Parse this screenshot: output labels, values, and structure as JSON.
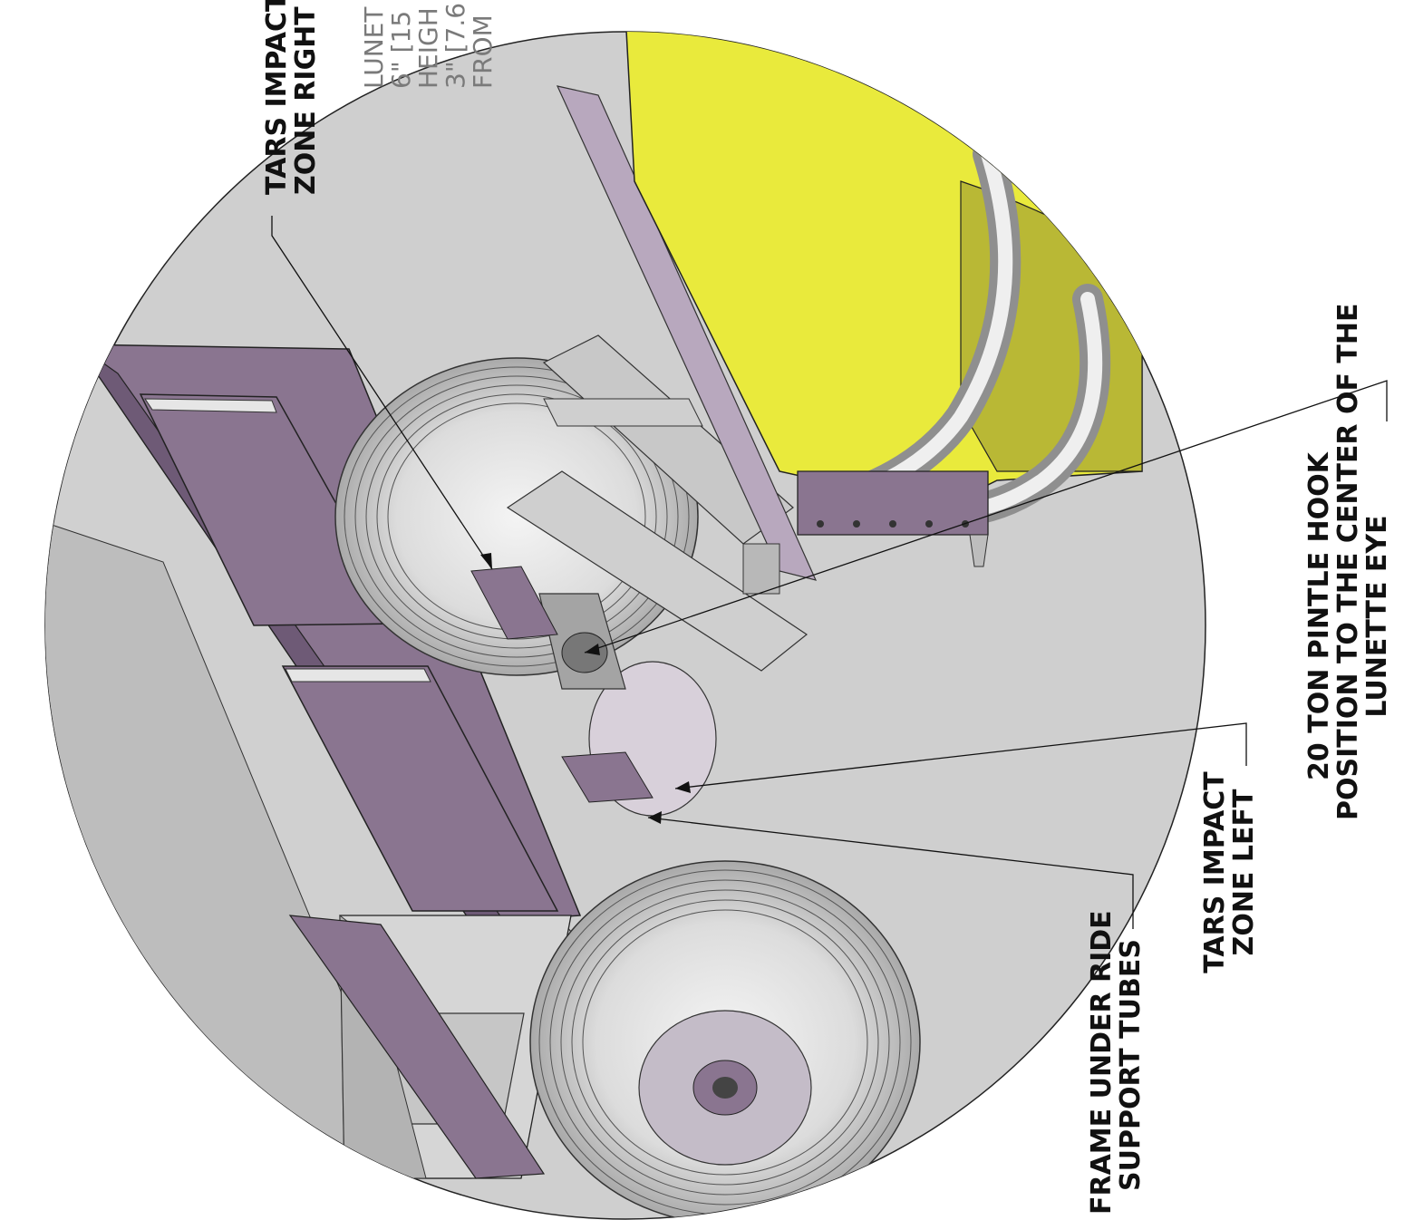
{
  "callouts": {
    "tars_right": {
      "line1": "TARS IMPACT",
      "line2": "ZONE RIGHT"
    },
    "lunette_note": {
      "line1": "LUNET",
      "line2": "6\" [15",
      "line3": "HEIGH",
      "line4": "3\" [7.6",
      "line5": "FROM"
    },
    "pintle": {
      "line1": "20 TON PINTLE HOOK",
      "line2": "POSITION TO THE CENTER OF THE",
      "line3": "LUNETTE EYE"
    },
    "tars_left": {
      "line1": "TARS IMPACT",
      "line2": "ZONE LEFT"
    },
    "frame": {
      "line1": "FRAME UNDER RIDE",
      "line2": "SUPPORT TUBES"
    }
  },
  "colors": {
    "purple_panel": "#8a7590",
    "purple_dark": "#6e5a76",
    "grey_body": "#d2d2d2",
    "grey_dark": "#a9a9a9",
    "yellow_panel": "#e9ea3c",
    "yellow_dark": "#b9b835",
    "tire": "#e2e2e2",
    "line": "#111111"
  }
}
